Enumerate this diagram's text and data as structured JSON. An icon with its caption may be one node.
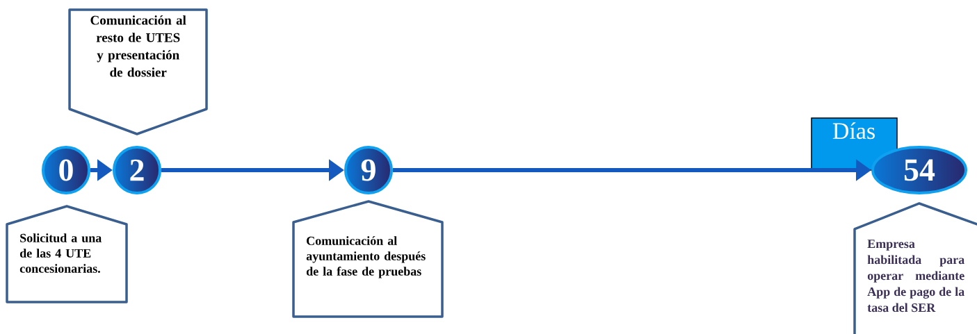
{
  "diagram": {
    "nodes": [
      {
        "text": [
          "Comunicación al resto de UTES y presentación de dossier"
        ]
      },
      {
        "text": [
          "Días"
        ]
      },
      {
        "text": [
          "0"
        ]
      },
      {
        "text": [
          "2"
        ]
      },
      {
        "text": [
          "9"
        ]
      },
      {
        "text": [
          "54"
        ]
      },
      {
        "text": [
          "Solicitud a una de las 4 UTE concesionarias."
        ]
      },
      {
        "text": [
          "Comunicación al ayuntamiento después de la fase de pruebas"
        ]
      },
      {
        "text": [
          "Empresa habilitada para operar mediante App de pago de la tasa del SER"
        ]
      }
    ],
    "edges": [
      {
        "from": 2,
        "to": 3,
        "arrow": "to"
      },
      {
        "from": 3,
        "to": 4,
        "arrow": "to"
      },
      {
        "from": 4,
        "to": 5,
        "arrow": "to"
      }
    ]
  }
}
